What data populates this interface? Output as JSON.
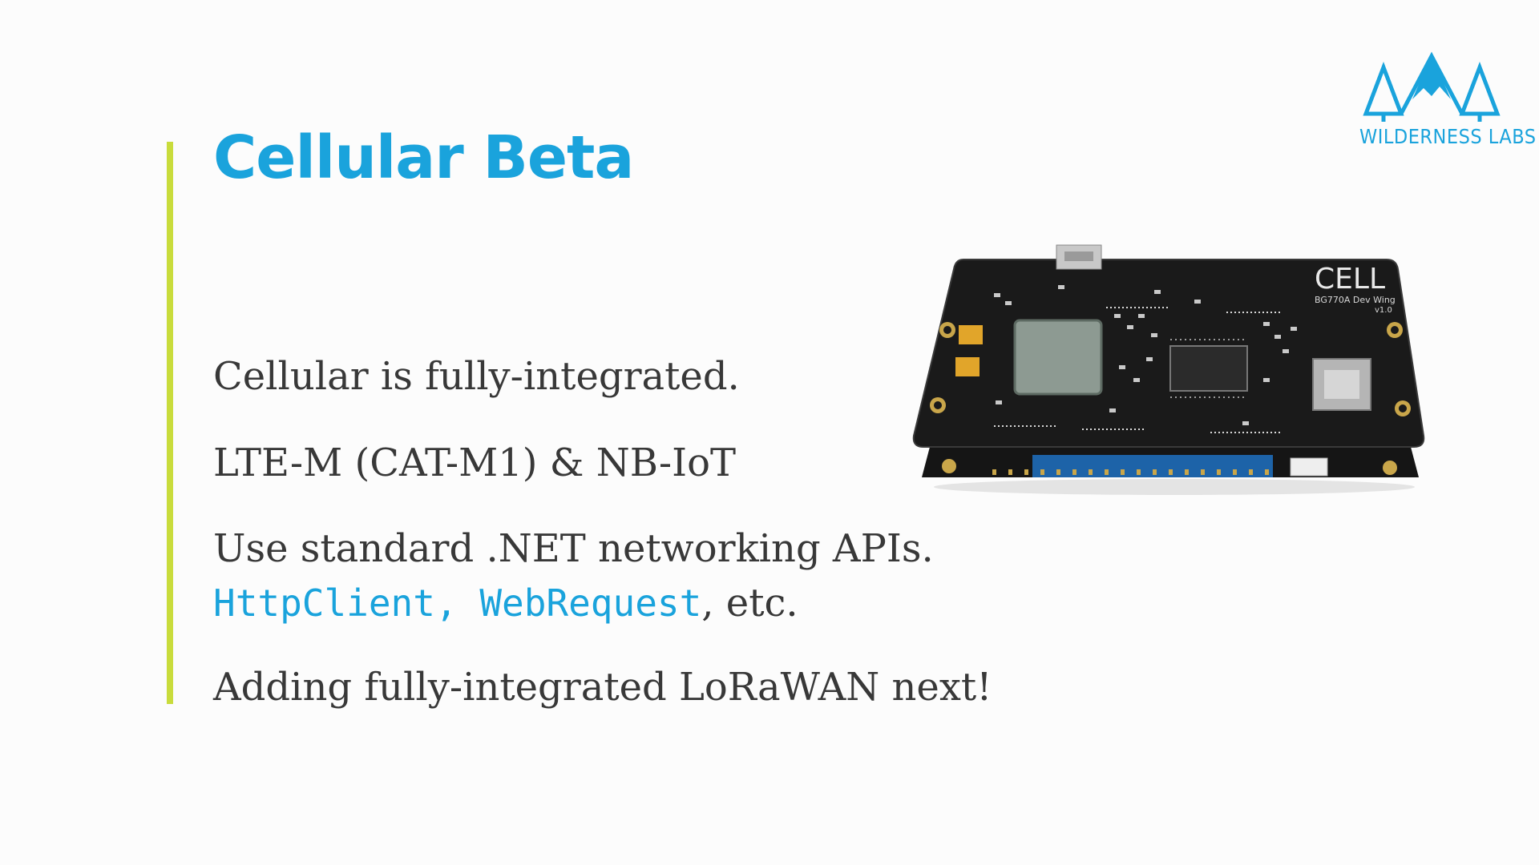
{
  "slide": {
    "title": "Cellular Beta",
    "bullets": [
      "Cellular is fully-integrated.",
      "LTE-M (CAT-M1) & NB-IoT",
      "Use standard .NET networking APIs.",
      "Adding fully-integrated LoRaWAN  next!"
    ],
    "code_line": {
      "code": "HttpClient, WebRequest",
      "rest": ", etc."
    }
  },
  "logo": {
    "text": "WILDERNESS LABS",
    "icon": "mountain-trees-icon"
  },
  "board": {
    "silkscreen_title": "CELL",
    "silkscreen_sub": "BG770A Dev Wing",
    "silkscreen_ver": "v1.0"
  },
  "colors": {
    "accent_blue": "#1aa3dc",
    "accent_bar": "#c9dc3c",
    "text": "#383838",
    "background": "#fcfcfc"
  }
}
